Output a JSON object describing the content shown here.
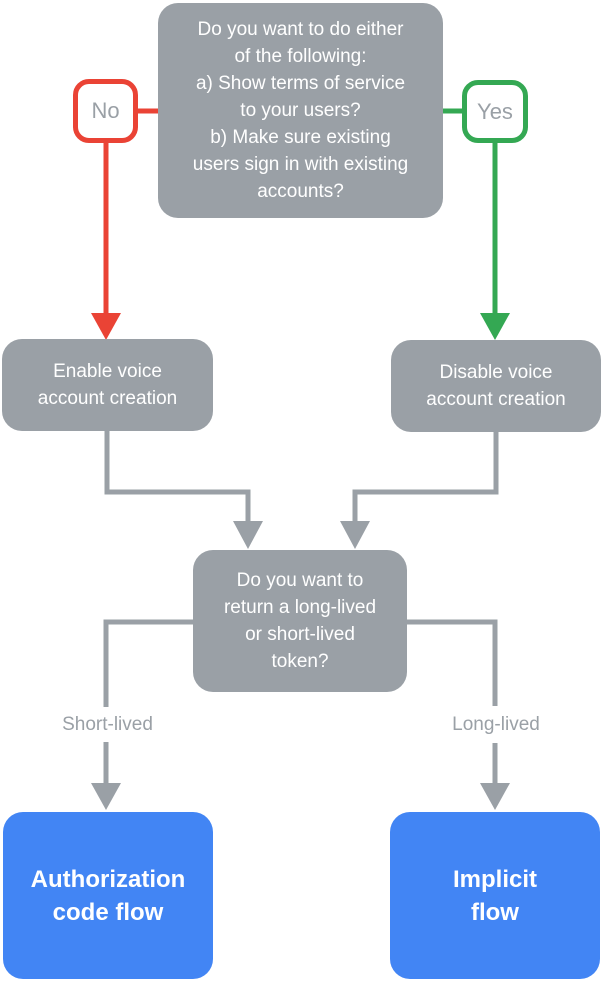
{
  "colors": {
    "box_gray": "#9AA0A6",
    "connector_gray": "#9AA0A6",
    "no_red": "#EA4335",
    "yes_green": "#34A853",
    "outcome_blue": "#4285F4",
    "label_text_gray": "#9AA0A6",
    "box_text_white": "#FFFFFF"
  },
  "nodes": {
    "top_question": {
      "text": "Do you want to do either\nof the following:\na) Show terms of service\nto your users?\nb) Make sure existing\nusers sign in with existing\naccounts?"
    },
    "enable_voice": {
      "text": "Enable voice\naccount creation"
    },
    "disable_voice": {
      "text": "Disable voice\naccount creation"
    },
    "token_question": {
      "text": "Do you want to\nreturn a long-lived\nor short-lived\ntoken?"
    },
    "authorization_code_flow": {
      "text": "Authorization\ncode flow"
    },
    "implicit_flow": {
      "text": "Implicit\nflow"
    }
  },
  "edge_labels": {
    "no": "No",
    "yes": "Yes",
    "short_lived": "Short-lived",
    "long_lived": "Long-lived"
  },
  "edges": [
    {
      "from": "top_question",
      "label": "No",
      "to": "enable_voice",
      "color": "no_red"
    },
    {
      "from": "top_question",
      "label": "Yes",
      "to": "disable_voice",
      "color": "yes_green"
    },
    {
      "from": "enable_voice",
      "label": "",
      "to": "token_question",
      "color": "connector_gray"
    },
    {
      "from": "disable_voice",
      "label": "",
      "to": "token_question",
      "color": "connector_gray"
    },
    {
      "from": "token_question",
      "label": "Short-lived",
      "to": "authorization_code_flow",
      "color": "connector_gray"
    },
    {
      "from": "token_question",
      "label": "Long-lived",
      "to": "implicit_flow",
      "color": "connector_gray"
    }
  ]
}
